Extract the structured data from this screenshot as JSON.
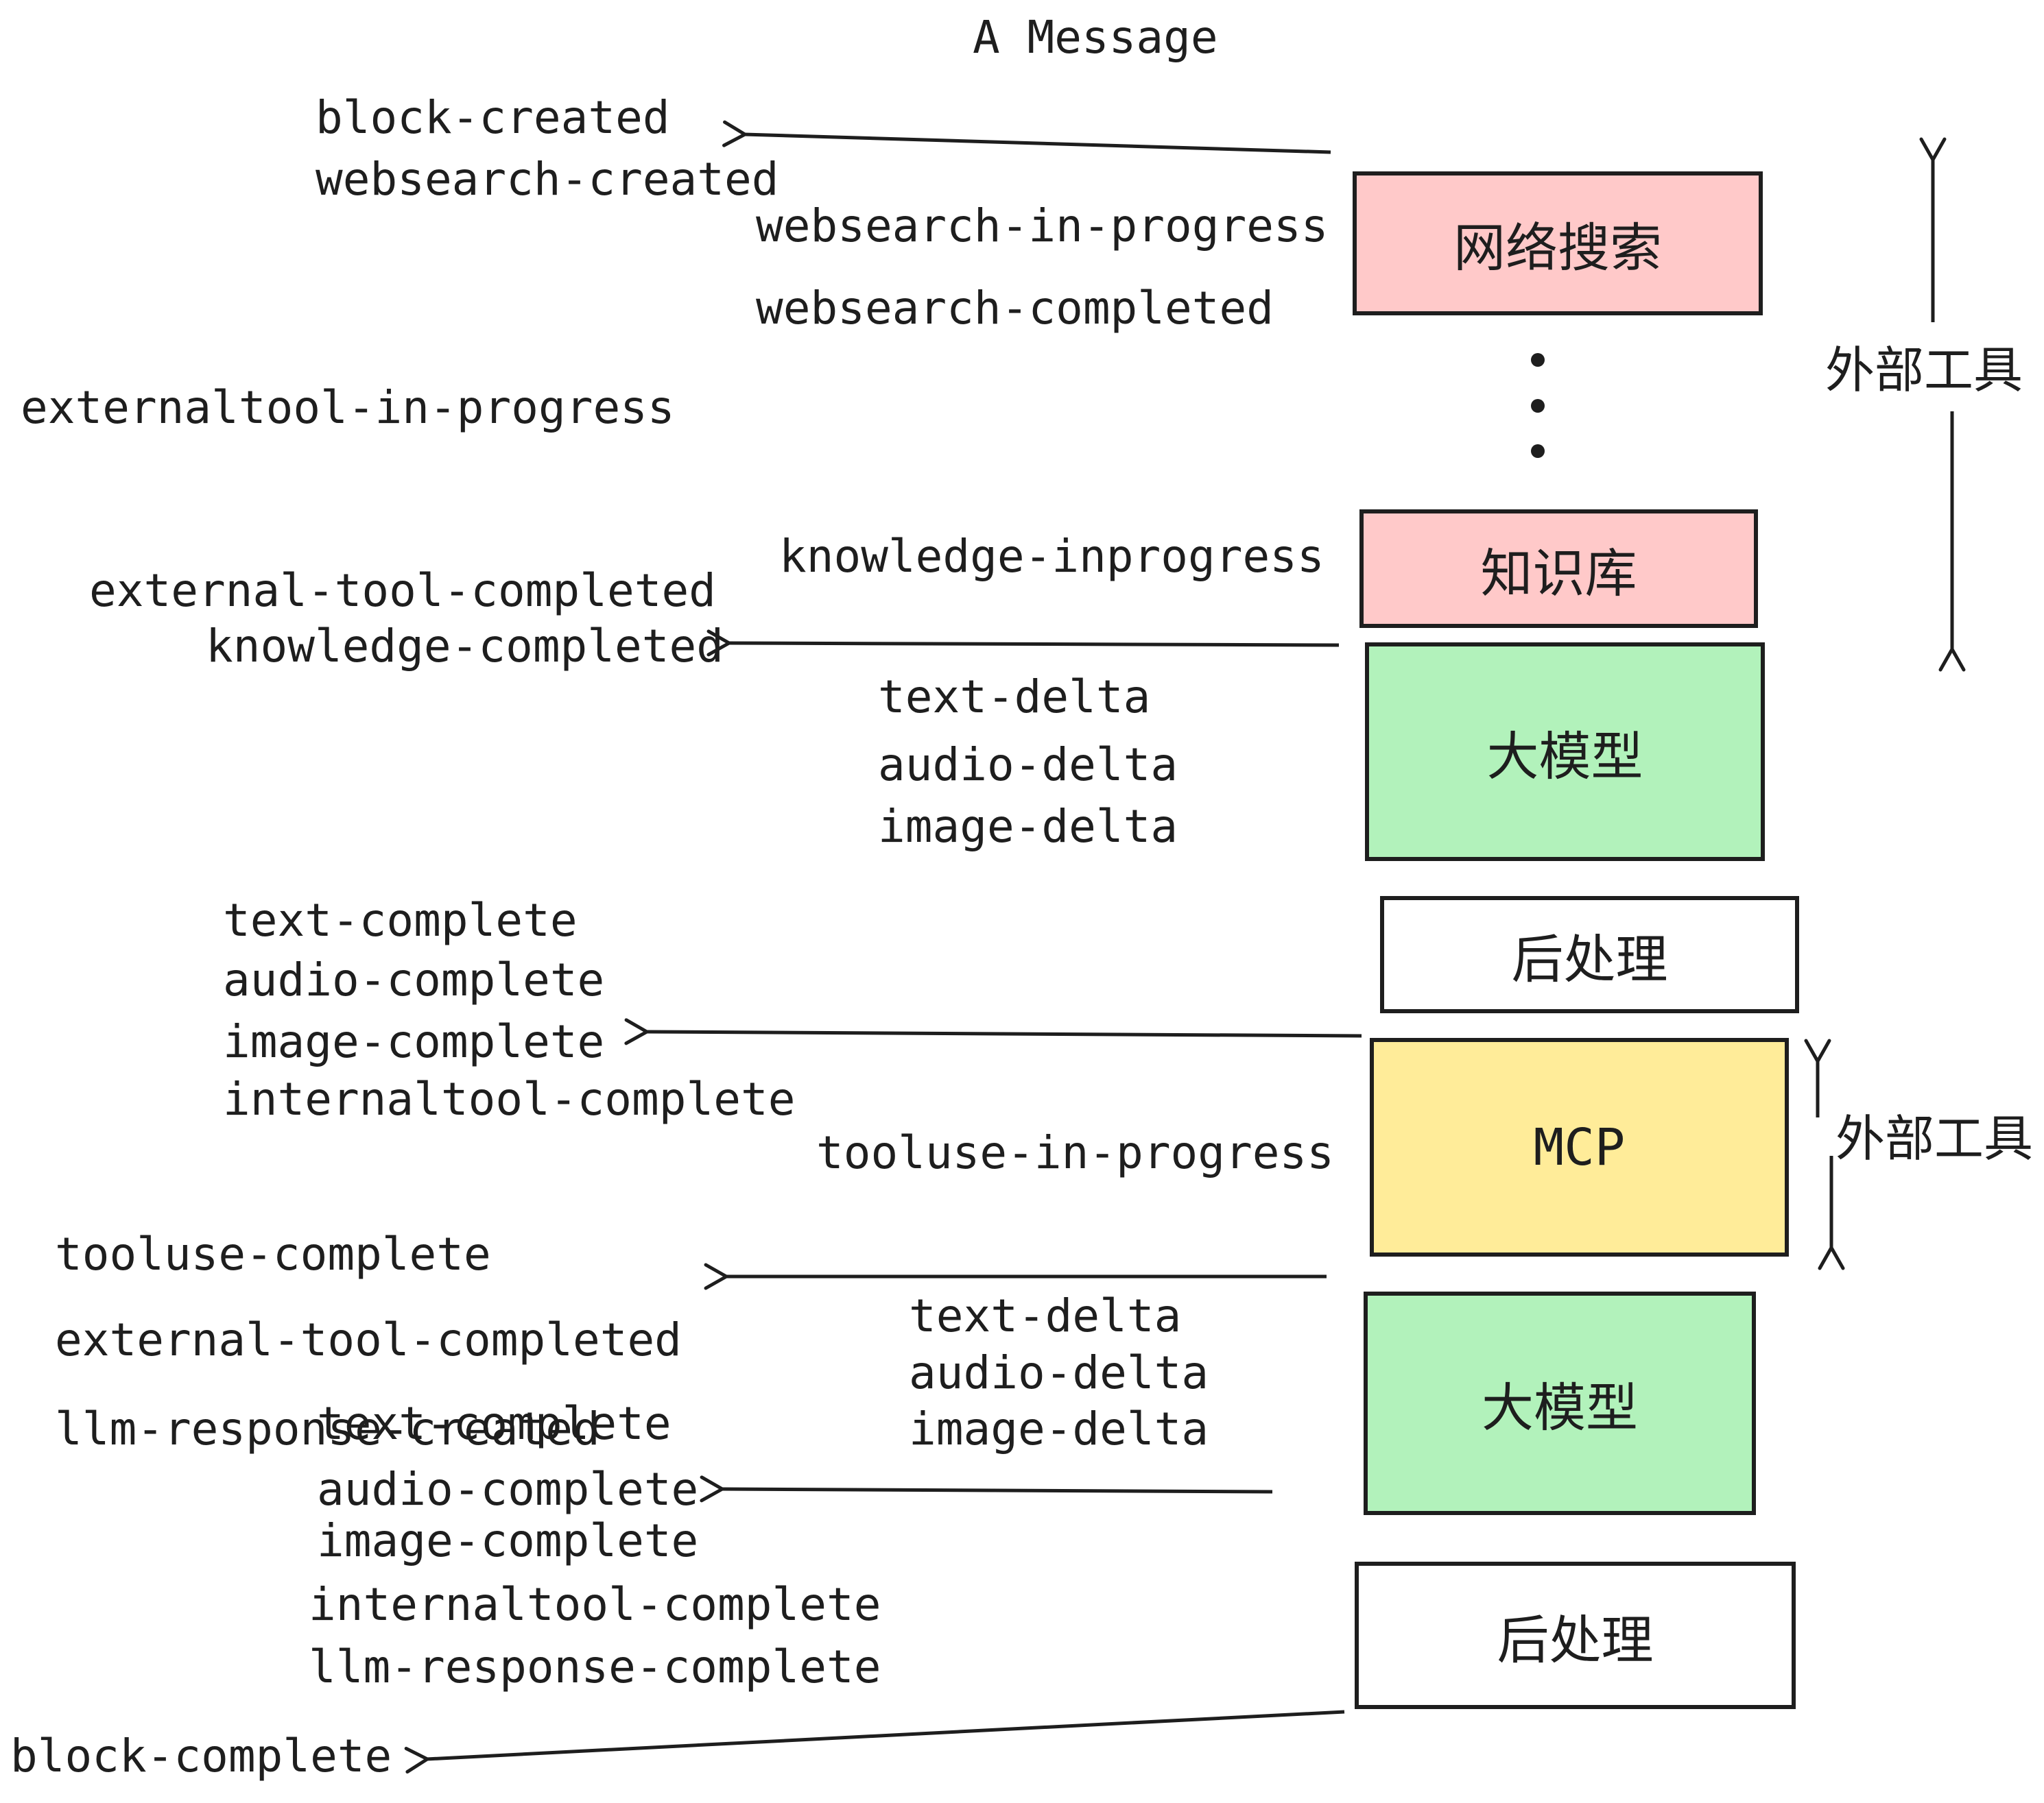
{
  "title": "A Message",
  "colors": {
    "box_pink": "#ffc9c9",
    "box_green": "#b2f2bb",
    "box_yellow": "#ffec99",
    "box_white": "#ffffff",
    "stroke": "#1e1e1e"
  },
  "boxes": [
    {
      "id": "websearch",
      "label": "网络搜索",
      "color": "#ffc9c9"
    },
    {
      "id": "knowledge",
      "label": "知识库",
      "color": "#ffc9c9"
    },
    {
      "id": "llm-1",
      "label": "大模型",
      "color": "#b2f2bb"
    },
    {
      "id": "postprocess-1",
      "label": "后处理",
      "color": "#ffffff"
    },
    {
      "id": "mcp",
      "label": "MCP",
      "color": "#ffec99"
    },
    {
      "id": "llm-2",
      "label": "大模型",
      "color": "#b2f2bb"
    },
    {
      "id": "postprocess-2",
      "label": "后处理",
      "color": "#ffffff"
    }
  ],
  "side_annotations": [
    {
      "id": "external-tools-top",
      "label": "外部工具"
    },
    {
      "id": "external-tools-mcp",
      "label": "外部工具"
    }
  ],
  "events": {
    "block_created": "block-created",
    "websearch_created": "websearch-created",
    "websearch_in_progress": "websearch-in-progress",
    "websearch_completed": "websearch-completed",
    "externaltool_in_progress": "externaltool-in-progress",
    "knowledge_inprogress": "knowledge-inprogress",
    "external_tool_completed_1": "external-tool-completed",
    "knowledge_completed": "knowledge-completed",
    "text_delta_1": "text-delta",
    "audio_delta_1": "audio-delta",
    "image_delta_1": "image-delta",
    "text_complete_1": "text-complete",
    "audio_complete_1": "audio-complete",
    "image_complete_1": "image-complete",
    "internaltool_complete_1": "internaltool-complete",
    "tooluse_in_progress": "tooluse-in-progress",
    "tooluse_complete": "tooluse-complete",
    "external_tool_completed_2": "external-tool-completed",
    "llm_response_created": "llm-response-created",
    "text_delta_2": "text-delta",
    "audio_delta_2": "audio-delta",
    "image_delta_2": "image-delta",
    "text_complete_2": "text-complete",
    "audio_complete_2": "audio-complete",
    "image_complete_2": "image-complete",
    "internaltool_complete_2": "internaltool-complete",
    "llm_response_complete": "llm-response-complete",
    "block_complete": "block-complete"
  }
}
